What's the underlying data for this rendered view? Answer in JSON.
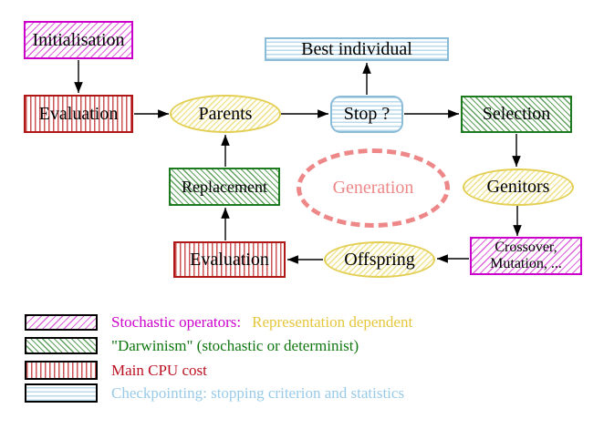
{
  "diagram": {
    "title": "Evolutionary algorithm generation loop",
    "nodes": {
      "initialisation": {
        "label": "Initialisation"
      },
      "evaluation_top": {
        "label": "Evaluation"
      },
      "parents": {
        "label": "Parents"
      },
      "best_individual": {
        "label": "Best individual"
      },
      "stop": {
        "label": "Stop ?"
      },
      "selection": {
        "label": "Selection"
      },
      "replacement": {
        "label": "Replacement"
      },
      "generation": {
        "label": "Generation"
      },
      "genitors": {
        "label": "Genitors"
      },
      "evaluation_bottom": {
        "label": "Evaluation"
      },
      "offspring": {
        "label": "Offspring"
      },
      "crossover_mutation": {
        "line1": "Crossover,",
        "line2": "Mutation, ..."
      }
    },
    "colors": {
      "magenta": "#cc00cc",
      "yellow_gold": "#e6c63c",
      "green": "#117711",
      "dark_red": "#bb1122",
      "light_blue": "#99cbe8",
      "salmon": "#ee8888",
      "arrow_black": "#000000"
    }
  },
  "legend": {
    "items": [
      {
        "pattern": "magenta-diagonal-hatch",
        "label": "Stochastic operators:",
        "suffix": "Representation dependent",
        "label_color": "#cc00cc",
        "suffix_color": "#e6c63c"
      },
      {
        "pattern": "green-diagonal-hatch",
        "label": "\"Darwinism\" (stochastic or determinist)",
        "label_color": "#117711"
      },
      {
        "pattern": "red-vertical-stripes",
        "label": "Main CPU cost",
        "label_color": "#bb1122"
      },
      {
        "pattern": "cyan-horizontal-stripes",
        "label": "Checkpointing: stopping criterion and statistics",
        "label_color": "#99cbe8"
      }
    ]
  }
}
